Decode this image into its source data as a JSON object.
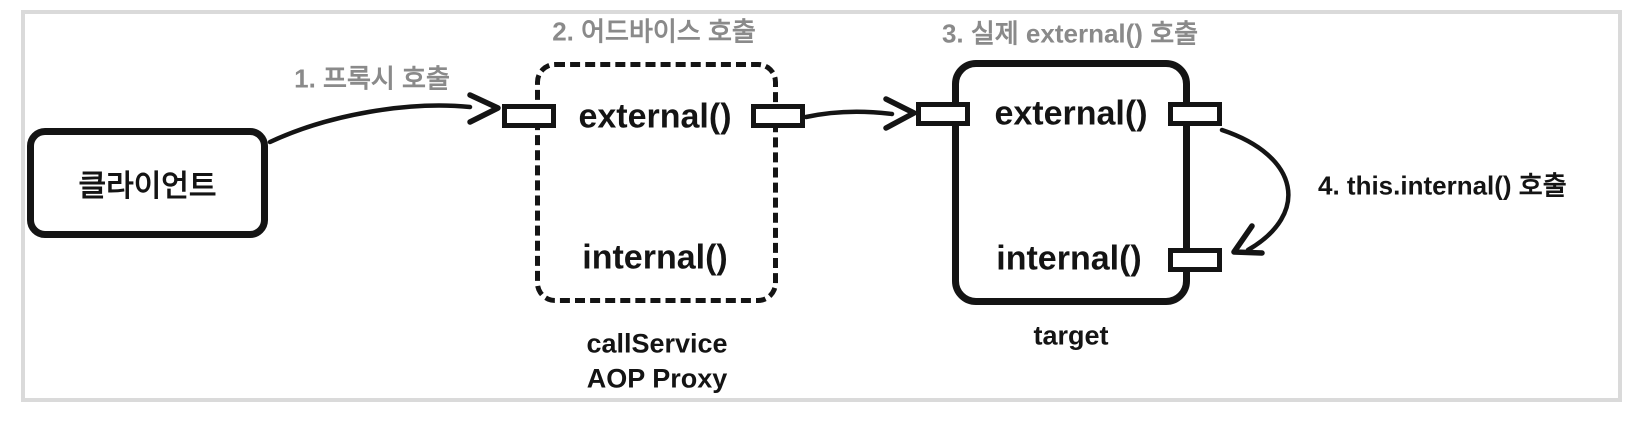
{
  "diagram": {
    "client": {
      "label": "클라이언트"
    },
    "proxy": {
      "external_label": "external()",
      "internal_label": "internal()",
      "caption_line1": "callService",
      "caption_line2": "AOP Proxy"
    },
    "target": {
      "external_label": "external()",
      "internal_label": "internal()",
      "caption": "target"
    },
    "steps": {
      "step1": "1. 프록시 호출",
      "step2": "2. 어드바이스 호출",
      "step3": "3. 실제 external() 호출",
      "step4": "4. this.internal() 호출"
    },
    "colors": {
      "stroke": "#141414",
      "muted_label": "#8a8a8a",
      "frame": "#dadada",
      "background": "#ffffff"
    }
  }
}
